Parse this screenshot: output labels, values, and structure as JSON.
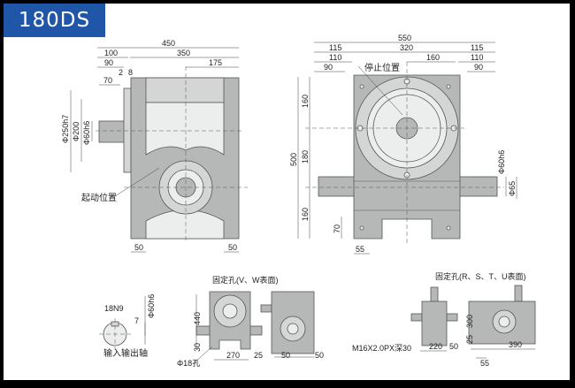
{
  "title": "180DS",
  "side_view": {
    "dims": {
      "overall_width": "450",
      "body_width": "350",
      "half_width": "175",
      "shaft_offset": "100",
      "shaft_len": "90",
      "gap_a": "2",
      "gap_b": "8",
      "shaft_ext": "70",
      "flange_dia": "Φ250h7",
      "pilot_dia": "Φ200",
      "shaft_dia": "Φ60h6",
      "foot_left": "50",
      "foot_right": "50"
    },
    "label_start": "起动位置"
  },
  "front_view": {
    "dims": {
      "overall_width": "550",
      "left_115": "115",
      "body_width": "320",
      "right_115": "115",
      "left_110": "110",
      "half_160": "160",
      "right_110": "110",
      "left_90": "90",
      "right_90": "90",
      "height": "500",
      "upper_160": "160",
      "mid_180": "180",
      "lower_160": "160",
      "foot_70": "70",
      "foot_55": "55",
      "shaft_dia": "Φ60h6",
      "shaft_dia_2": "Φ65"
    },
    "label_stop": "停止位置"
  },
  "shaft_section": {
    "key": "18N9",
    "depth": "7",
    "dia": "Φ60h6",
    "caption": "输入输出轴"
  },
  "vw_mount": {
    "caption": "固定孔(V、W表面)",
    "height": "440",
    "base": "30",
    "width": "270",
    "edge": "25",
    "hole": "Φ18孔",
    "left_50": "50",
    "right_50": "50"
  },
  "rstu_mount": {
    "caption": "固定孔(R、S、T、U表面)",
    "thread": "M16X2.0PX深30",
    "width": "220",
    "edge": "50",
    "height": "300",
    "base": "25",
    "length": "390",
    "offset": "55"
  }
}
